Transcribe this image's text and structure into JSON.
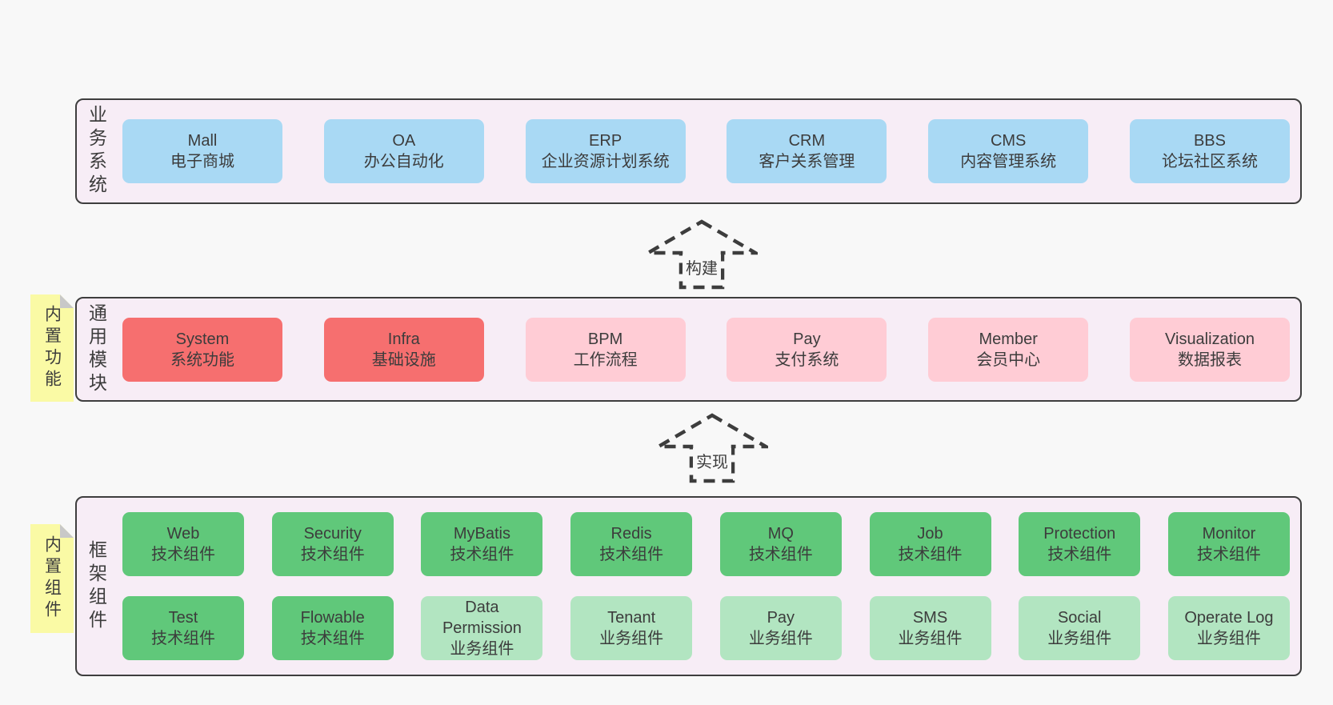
{
  "colors": {
    "page_bg": "#f8f8f8",
    "panel_bg": "#f7edf6",
    "panel_border": "#3e3e3e",
    "box_blue": "#a9d9f4",
    "box_red": "#f66f6f",
    "box_pink": "#ffccd5",
    "box_green_dark": "#60c87a",
    "box_green_light": "#b2e5c1",
    "sticky_yellow": "#fafaa5",
    "sticky_fold": "#c8c8c8",
    "text": "#3c3c3c",
    "arrow": "#3d3d3d"
  },
  "row1": {
    "label": "业务系统",
    "boxes": [
      {
        "title": "Mall",
        "subtitle": "电子商城"
      },
      {
        "title": "OA",
        "subtitle": "办公自动化"
      },
      {
        "title": "ERP",
        "subtitle": "企业资源计划系统"
      },
      {
        "title": "CRM",
        "subtitle": "客户关系管理"
      },
      {
        "title": "CMS",
        "subtitle": "内容管理系统"
      },
      {
        "title": "BBS",
        "subtitle": "论坛社区系统"
      }
    ]
  },
  "arrows": [
    {
      "label": "构建"
    },
    {
      "label": "实现"
    }
  ],
  "row2": {
    "label": "通用模块",
    "sticky": "内置功能",
    "boxes": [
      {
        "title": "System",
        "subtitle": "系统功能"
      },
      {
        "title": "Infra",
        "subtitle": "基础设施"
      },
      {
        "title": "BPM",
        "subtitle": "工作流程"
      },
      {
        "title": "Pay",
        "subtitle": "支付系统"
      },
      {
        "title": "Member",
        "subtitle": "会员中心"
      },
      {
        "title": "Visualization",
        "subtitle": "数据报表"
      }
    ]
  },
  "row3": {
    "label": "框架组件",
    "sticky": "内置组件",
    "boxes_row1": [
      {
        "title": "Web",
        "subtitle": "技术组件"
      },
      {
        "title": "Security",
        "subtitle": "技术组件"
      },
      {
        "title": "MyBatis",
        "subtitle": "技术组件"
      },
      {
        "title": "Redis",
        "subtitle": "技术组件"
      },
      {
        "title": "MQ",
        "subtitle": "技术组件"
      },
      {
        "title": "Job",
        "subtitle": "技术组件"
      },
      {
        "title": "Protection",
        "subtitle": "技术组件"
      },
      {
        "title": "Monitor",
        "subtitle": "技术组件"
      }
    ],
    "boxes_row2": [
      {
        "title": "Test",
        "subtitle": "技术组件"
      },
      {
        "title": "Flowable",
        "subtitle": "技术组件"
      },
      {
        "title": "Data Permission",
        "subtitle": "业务组件"
      },
      {
        "title": "Tenant",
        "subtitle": "业务组件"
      },
      {
        "title": "Pay",
        "subtitle": "业务组件"
      },
      {
        "title": "SMS",
        "subtitle": "业务组件"
      },
      {
        "title": "Social",
        "subtitle": "业务组件"
      },
      {
        "title": "Operate Log",
        "subtitle": "业务组件"
      }
    ]
  }
}
